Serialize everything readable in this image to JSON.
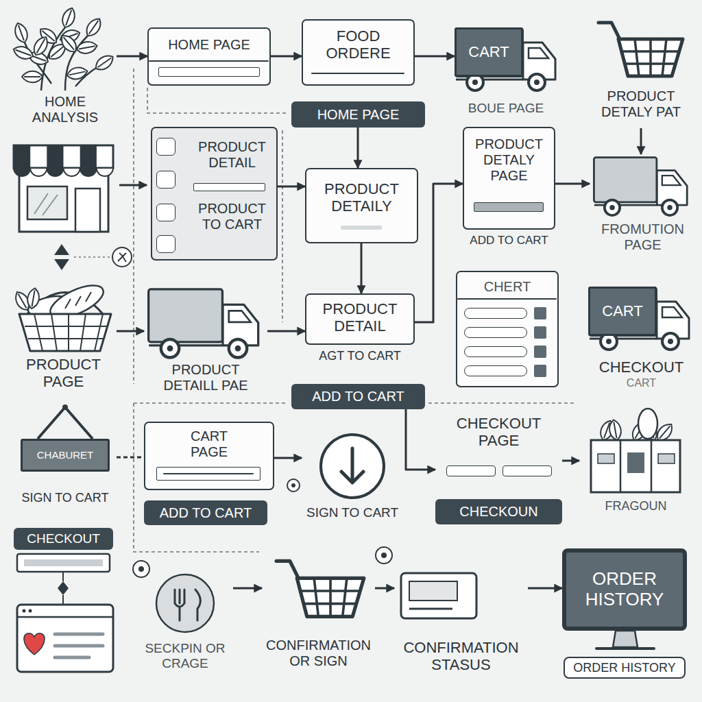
{
  "diagram": {
    "nodes": [
      {
        "text": [
          "HOME ANALYSIS"
        ]
      },
      {
        "text": [
          "HOME PAGE"
        ]
      },
      {
        "text": [
          "FOOD ORDERE"
        ]
      },
      {
        "text": [
          "CART",
          "BOUE PAGE"
        ]
      },
      {
        "text": [
          "PRODUCT DETALY PAT"
        ]
      },
      {
        "text": [
          "HOME PAGE"
        ]
      },
      {
        "text": [
          "PRODUCT DETAIL",
          "PRODUCT TO CART"
        ]
      },
      {
        "text": [
          "PRODUCT DETAILY"
        ]
      },
      {
        "text": [
          "PRODUCT DETALY PAGE",
          "ADD TO CART"
        ]
      },
      {
        "text": [
          "FROMUTION PAGE"
        ]
      },
      {
        "text": [
          "PRODUCT PAGE"
        ]
      },
      {
        "text": [
          "PRODUCT DETAILL PAE"
        ]
      },
      {
        "text": [
          "PRODUCT DETAIL",
          "AGT TO CART"
        ]
      },
      {
        "text": [
          "CHERT"
        ]
      },
      {
        "text": [
          "CART",
          "CHECKOUT",
          "CART"
        ]
      },
      {
        "text": [
          "ADD TO CART"
        ]
      },
      {
        "text": [
          "CHABURET",
          "SIGN TO CART"
        ]
      },
      {
        "text": [
          "CART PAGE"
        ]
      },
      {
        "text": [
          "ADD TO CART"
        ]
      },
      {
        "text": [
          "SIGN TO CART"
        ]
      },
      {
        "text": [
          "CHECKOUT PAGE"
        ]
      },
      {
        "text": [
          "CHECKOUN"
        ]
      },
      {
        "text": [
          "FRAGOUN"
        ]
      },
      {
        "text": [
          "CHECKOUT"
        ]
      },
      {
        "text": [
          "SECKPIN OR CRAGE"
        ]
      },
      {
        "text": [
          "CONFIRMATION OR SIGN"
        ]
      },
      {
        "text": [
          "CONFIRMATION STASUS"
        ]
      },
      {
        "text": [
          "ORDER HISTORY"
        ]
      },
      {
        "text": [
          "ORDER HISTORY"
        ]
      }
    ],
    "edges": [
      {
        "from": 0,
        "to": 1,
        "arrow": "to"
      },
      {
        "from": 1,
        "to": 2,
        "arrow": "to"
      },
      {
        "from": 2,
        "to": 3,
        "arrow": "to"
      },
      {
        "from": 5,
        "to": 7,
        "arrow": "to"
      },
      {
        "from": 6,
        "to": 7,
        "arrow": "to"
      },
      {
        "from": 7,
        "to": 12,
        "arrow": "to"
      },
      {
        "from": 12,
        "to": 8,
        "arrow": "to"
      },
      {
        "from": 8,
        "to": 9,
        "arrow": "to"
      },
      {
        "from": 4,
        "to": 9,
        "arrow": "to"
      },
      {
        "from": 10,
        "to": 11,
        "arrow": "to"
      },
      {
        "from": 11,
        "to": 12,
        "arrow": "to"
      },
      {
        "from": 16,
        "to": 17,
        "arrow": "none"
      },
      {
        "from": 17,
        "to": 19,
        "arrow": "to"
      },
      {
        "from": 15,
        "to": 20,
        "arrow": "to"
      },
      {
        "from": 20,
        "to": 22,
        "arrow": "to"
      },
      {
        "from": 24,
        "to": 25,
        "arrow": "to"
      },
      {
        "from": 25,
        "to": 26,
        "arrow": "to"
      },
      {
        "from": 26,
        "to": 27,
        "arrow": "to"
      }
    ]
  }
}
